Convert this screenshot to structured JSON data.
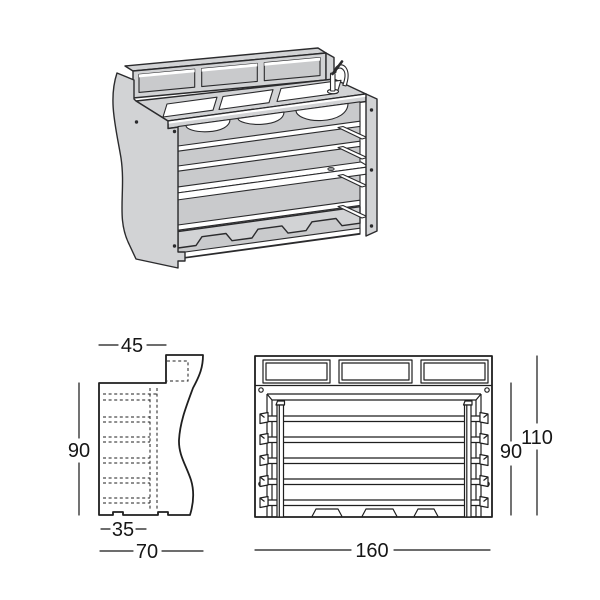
{
  "drawing": {
    "side_view": {
      "top_depth": "45",
      "height": "90",
      "base_depth": "35",
      "total_depth": "70"
    },
    "front_view": {
      "counter_height": "90",
      "total_height": "110",
      "width": "160"
    },
    "colors": {
      "line": "#2b2b2d",
      "body_fill": "#d2d3d5",
      "recess_fill": "#c9cacc",
      "background": "#ffffff"
    }
  }
}
